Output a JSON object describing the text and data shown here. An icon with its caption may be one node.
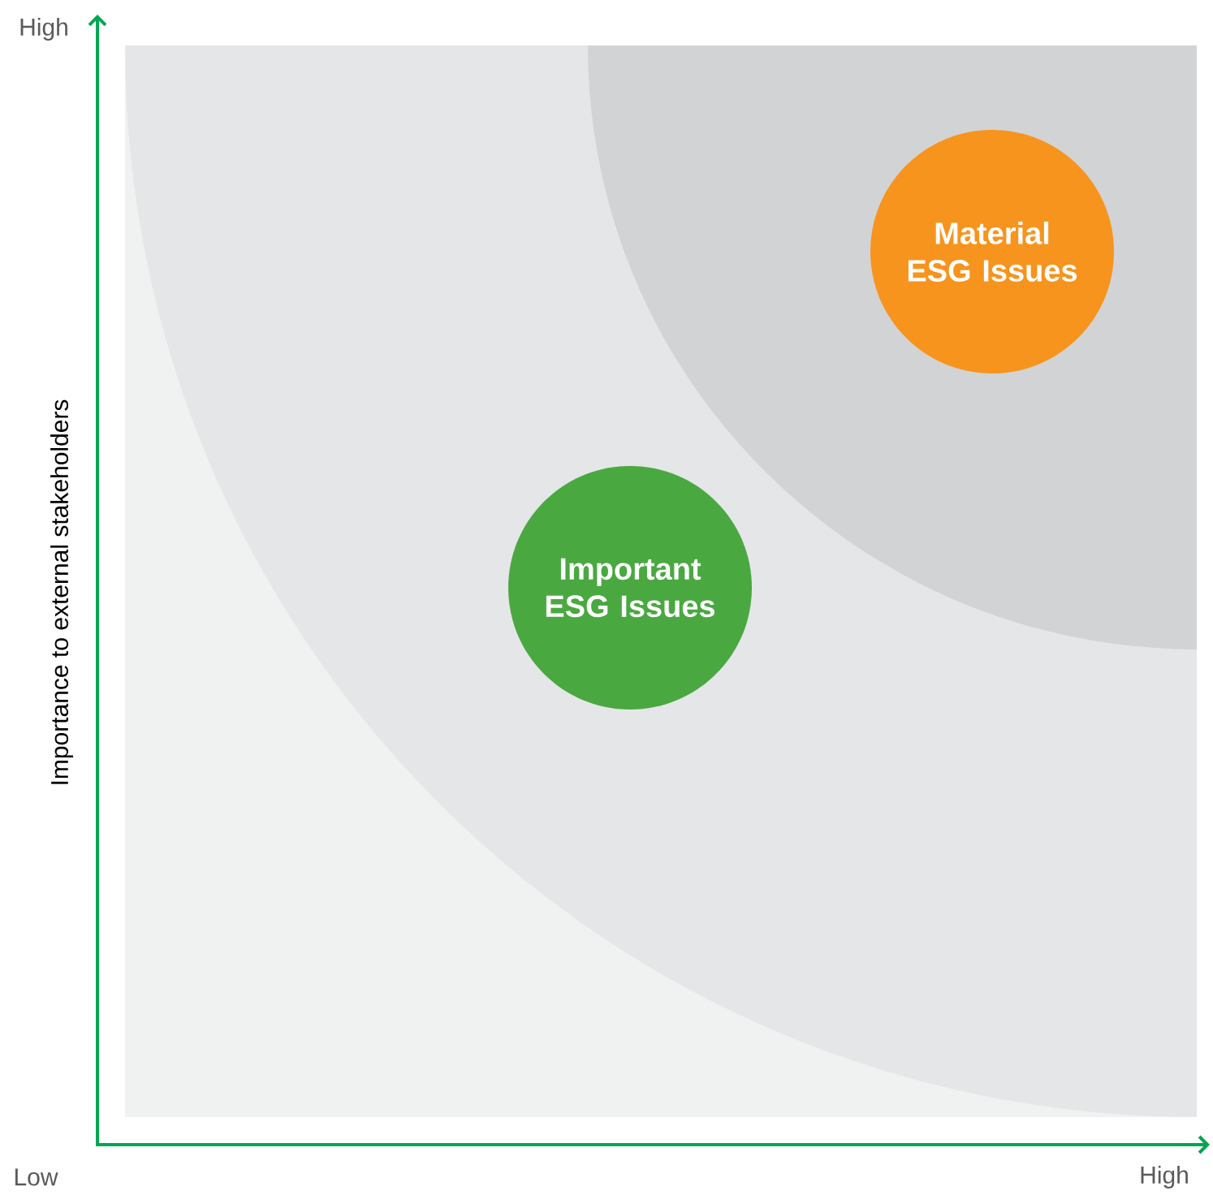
{
  "diagram": {
    "nodes": [
      {
        "text": [
          "Important ESG Issues"
        ]
      },
      {
        "text": [
          "Material ESG Issues"
        ]
      }
    ],
    "labels": [
      "High",
      "Importance to external stakeholders",
      "Low",
      "High"
    ]
  }
}
